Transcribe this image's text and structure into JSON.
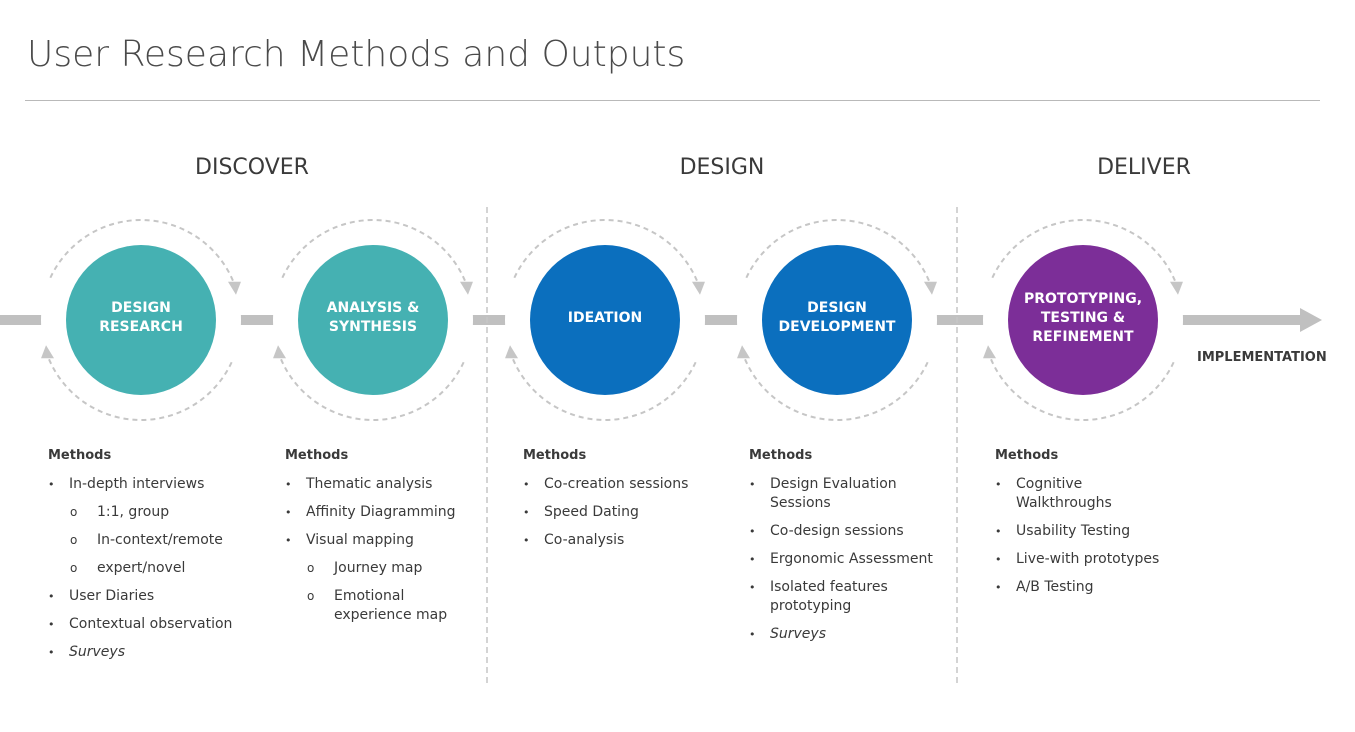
{
  "title": "User Research Methods and Outputs",
  "phases": [
    {
      "name": "DISCOVER"
    },
    {
      "name": "DESIGN"
    },
    {
      "name": "DELIVER"
    }
  ],
  "colors": {
    "teal": "#45b1b2",
    "blue": "#0b6fbe",
    "purple": "#7c2e98",
    "connector": "#c0c0c0",
    "dashed_ring": "#c6c6c6"
  },
  "nodes": [
    {
      "label_lines": [
        "DESIGN",
        "RESEARCH"
      ],
      "color": "teal"
    },
    {
      "label_lines": [
        "ANALYSIS &",
        "SYNTHESIS"
      ],
      "color": "teal"
    },
    {
      "label_lines": [
        "IDEATION"
      ],
      "color": "blue"
    },
    {
      "label_lines": [
        "DESIGN",
        "DEVELOPMENT"
      ],
      "color": "blue"
    },
    {
      "label_lines": [
        "PROTOTYPING,",
        "TESTING &",
        "REFINEMENT"
      ],
      "color": "purple"
    }
  ],
  "end_label": "IMPLEMENTATION",
  "methods": [
    {
      "heading": "Methods",
      "items": [
        {
          "text": "In-depth interviews",
          "level": 1
        },
        {
          "text": "1:1, group",
          "level": 2
        },
        {
          "text": "In-context/remote",
          "level": 2
        },
        {
          "text": "expert/novel",
          "level": 2
        },
        {
          "text": "User Diaries",
          "level": 1
        },
        {
          "text": "Contextual observation",
          "level": 1
        },
        {
          "text": "Surveys",
          "level": 1,
          "italic": true
        }
      ]
    },
    {
      "heading": "Methods",
      "items": [
        {
          "text": "Thematic analysis",
          "level": 1
        },
        {
          "text": "Affinity Diagramming",
          "level": 1
        },
        {
          "text": "Visual mapping",
          "level": 1
        },
        {
          "text": "Journey map",
          "level": 2
        },
        {
          "text": "Emotional experience map",
          "level": 2
        }
      ]
    },
    {
      "heading": "Methods",
      "items": [
        {
          "text": "Co-creation sessions",
          "level": 1
        },
        {
          "text": "Speed Dating",
          "level": 1
        },
        {
          "text": "Co-analysis",
          "level": 1
        }
      ]
    },
    {
      "heading": "Methods",
      "items": [
        {
          "text": "Design Evaluation Sessions",
          "level": 1
        },
        {
          "text": "Co-design sessions",
          "level": 1
        },
        {
          "text": "Ergonomic Assessment",
          "level": 1
        },
        {
          "text": "Isolated features prototyping",
          "level": 1
        },
        {
          "text": "Surveys",
          "level": 1,
          "italic": true
        }
      ]
    },
    {
      "heading": "Methods",
      "items": [
        {
          "text": "Cognitive Walkthroughs",
          "level": 1
        },
        {
          "text": "Usability Testing",
          "level": 1
        },
        {
          "text": "Live-with prototypes",
          "level": 1
        },
        {
          "text": "A/B Testing",
          "level": 1
        }
      ]
    }
  ]
}
